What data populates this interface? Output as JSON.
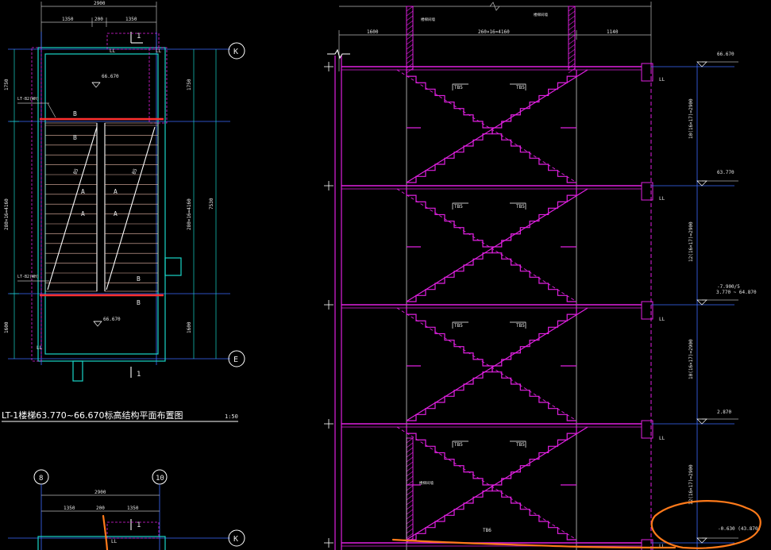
{
  "left_plan": {
    "top_dims": {
      "total": "2900",
      "segments": [
        "1350",
        "200",
        "1350"
      ]
    },
    "section_mark": "1",
    "axes": {
      "top": "K",
      "bottom": "E"
    },
    "landing_elev_top": "66.670",
    "landing_elev_bottom": "66.670",
    "beam_label_top": "LT-B2(WH)",
    "beam_label_bottom": "LT-B2(WH)",
    "room_labels": [
      "B",
      "B",
      "A",
      "A",
      "A",
      "A",
      "B",
      "B",
      "LL",
      "LL",
      "LL"
    ],
    "left_dims": [
      "1750",
      "280×16=4160",
      "1600"
    ],
    "right_dims": [
      "1750",
      "280×16=4160",
      "1600"
    ],
    "overall_right": "7530",
    "stair_labels": [
      "B5",
      "B5"
    ],
    "title": "LT-1楼梯63.770~66.670标高结构平面布置图",
    "scale": "1:50"
  },
  "left_plan_lower": {
    "axes": [
      "8",
      "10",
      "K"
    ],
    "top_dims": {
      "total": "2900",
      "segments": [
        "1350",
        "200",
        "1350"
      ]
    },
    "section_mark": "1",
    "room_labels": [
      "LL"
    ]
  },
  "section": {
    "top_dims": [
      "1600",
      "260×16=4160",
      "1140"
    ],
    "wall_notes": [
      "楼梯间墙",
      "楼梯间墙",
      "楼梯间墙"
    ],
    "flight_labels": [
      "TB5",
      "TB5",
      "TB5",
      "TB5",
      "TB5",
      "TB5",
      "TB5",
      "TB5",
      "TB6"
    ],
    "levels": [
      "66.670",
      "63.770",
      "3.770 ~ 64.870",
      "2.870",
      "-0.630 (43.870)"
    ],
    "level_note": "-7.900/5",
    "height_dims": [
      "10(16×17)=2900",
      "12(16×17)=2900",
      "10(16×17)=2900",
      "12(16×17)=2900"
    ],
    "ll_marks": [
      "LL",
      "LL",
      "LL",
      "LL",
      "LL"
    ]
  }
}
